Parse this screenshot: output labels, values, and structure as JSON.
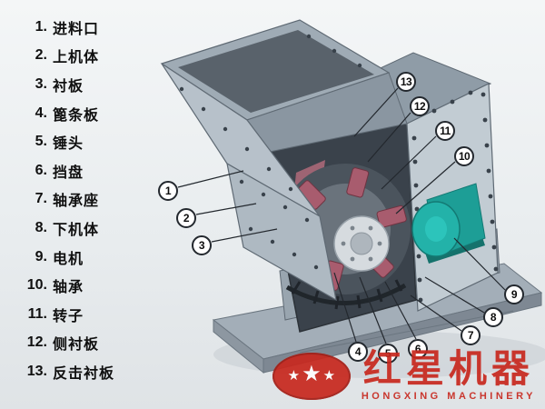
{
  "legend": {
    "items": [
      {
        "num": "1.",
        "label": "进料口"
      },
      {
        "num": "2.",
        "label": "上机体"
      },
      {
        "num": "3.",
        "label": "衬板"
      },
      {
        "num": "4.",
        "label": "篦条板"
      },
      {
        "num": "5.",
        "label": "锤头"
      },
      {
        "num": "6.",
        "label": "挡盘"
      },
      {
        "num": "7.",
        "label": "轴承座"
      },
      {
        "num": "8.",
        "label": "下机体"
      },
      {
        "num": "9.",
        "label": "电机"
      },
      {
        "num": "10.",
        "label": "轴承"
      },
      {
        "num": "11.",
        "label": "转子"
      },
      {
        "num": "12.",
        "label": "侧衬板"
      },
      {
        "num": "13.",
        "label": "反击衬板"
      }
    ]
  },
  "callouts": {
    "labels": [
      "1",
      "2",
      "3",
      "4",
      "5",
      "6",
      "7",
      "8",
      "9",
      "10",
      "11",
      "12",
      "13"
    ]
  },
  "logo": {
    "name_cn": "红星机器",
    "name_en": "HONGXING MACHINERY",
    "star": "★"
  },
  "colors": {
    "logo_red": "#c8281e",
    "motor_teal": "#23b2a9",
    "machine_body_gray": "#c2ccd3",
    "interior_dark": "#3a424b",
    "hammer_pink": "#a85c6e"
  }
}
